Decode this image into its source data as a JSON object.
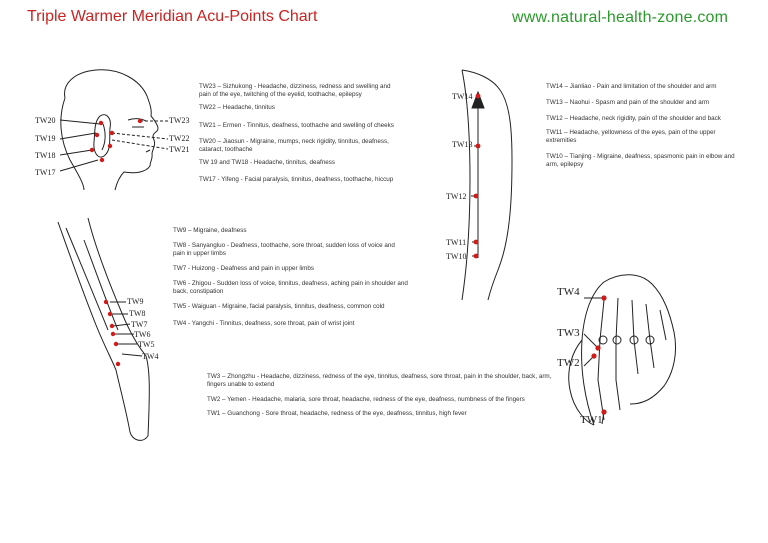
{
  "title": "Triple Warmer Meridian Acu-Points Chart",
  "website": "www.natural-health-zone.com",
  "colors": {
    "title": "#cc2222",
    "website": "#2a9a2a",
    "point": "#d11a1a",
    "line": "#222222"
  },
  "head": {
    "labels": {
      "tw20": "TW20",
      "tw19": "TW19",
      "tw18": "TW18",
      "tw17": "TW17",
      "tw23": "TW23",
      "tw22": "TW22",
      "tw21": "TW21"
    },
    "notes": {
      "tw23": "TW23 – Sizhukong - Headache, dizziness, redness and swelling and pain of the eye, twitching of the eyelid, toothache, epilepsy",
      "tw22": "TW22 – Headache, tinnitus",
      "tw21": "TW21 – Ermen - Tinnitus, deafness, toothache and swelling of cheeks",
      "tw20": "TW20 – Jiaosun - Migraine, mumps, neck rigidity, tinnitus, deafness, cataract, toothache",
      "tw19_18": "TW 19 and TW18 - Headache, tinnitus, deafness",
      "tw17": "TW17 - Yifeng - Facial paralysis, tinnitus, deafness, toothache, hiccup"
    }
  },
  "arm": {
    "labels": {
      "tw14": "TW14",
      "tw13": "TW13",
      "tw12": "TW12",
      "tw11": "TW11",
      "tw10": "TW10"
    },
    "notes": {
      "tw14": "TW14 – Jianliao - Pain and limitation of the shoulder and arm",
      "tw13": "TW13 – Naohui - Spasm and pain of the shoulder and arm",
      "tw12": "TW12 – Headache, neck rigidity, pain of the shoulder and back",
      "tw11": "TW11 – Headache, yellowness of the eyes, pain of the upper extremities",
      "tw10": "TW10 – Tianjing - Migraine, deafness, spasmonic pain in elbow and arm, epilepsy"
    }
  },
  "forearm": {
    "labels": {
      "tw9": "TW9",
      "tw8": "TW8",
      "tw7": "TW7",
      "tw6": "TW6",
      "tw5": "TW5",
      "tw4": "TW4"
    },
    "notes": {
      "tw9": "TW9 – Migraine, deafness",
      "tw8": "TW8 - Sanyangluo - Deafness, toothache, sore throat, sudden loss of voice and pain in upper limbs",
      "tw7": "TW7 - Huizong - Deafness and pain in upper limbs",
      "tw6": "TW6 - Zhigou - Sudden loss of voice, tinnitus, deafness, aching pain in shoulder and back, constipation",
      "tw5": "TW5 - Waiguan - Migraine, facial paralysis, tinnitus, deafness, common cold",
      "tw4": "TW4 - Yangchi - Tinnitus, deafness, sore throat, pain of wrist joint"
    }
  },
  "hand": {
    "labels": {
      "tw4": "TW4",
      "tw3": "TW3",
      "tw2": "TW2",
      "tw1": "TW1"
    },
    "notes": {
      "tw3": "TW3 – Zhongzhu - Headache, dizziness, redness of the eye, tinnitus, deafness, sore throat, pain in the shoulder, back, arm, fingers unable to extend",
      "tw2": "TW2 – Yemen - Headache, malaria, sore throat, headache, redness of the eye, deafness, numbness of the fingers",
      "tw1": "TW1 – Guanchong - Sore throat, headache, redness of the eye, deafness, tinnitus, high fever"
    }
  }
}
